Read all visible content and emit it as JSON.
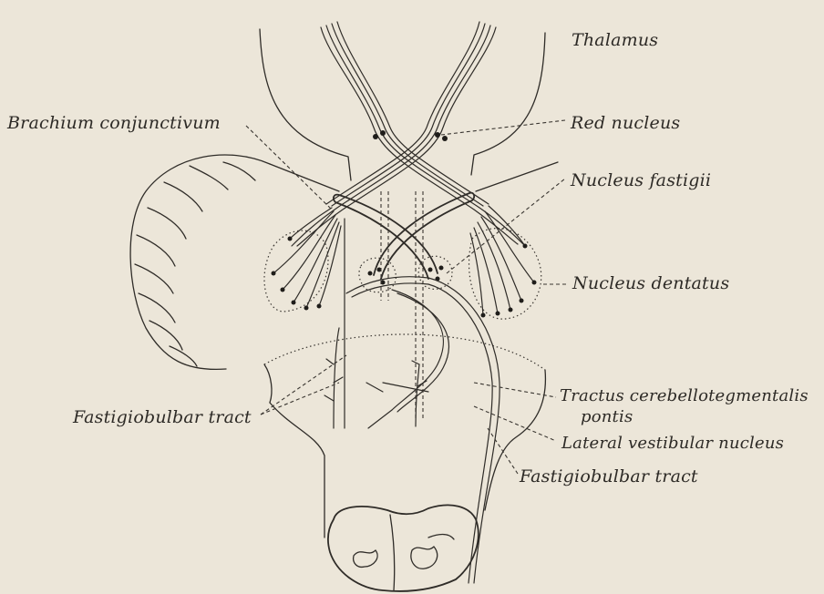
{
  "labels": {
    "thalamus": "Thalamus",
    "brachium_conjunctivum": "Brachium conjunctivum",
    "red_nucleus": "Red nucleus",
    "nucleus_fastigii": "Nucleus fastigii",
    "nucleus_dentatus": "Nucleus dentatus",
    "fastigiobulbar_tract_left": "Fastigiobulbar tract",
    "tractus_line1": "Tractus cerebellotegmentalis",
    "tractus_line2": "pontis",
    "lateral_vestibular_nucleus": "Lateral vestibular nucleus",
    "fastigiobulbar_tract_right": "Fastigiobulbar tract"
  },
  "colors": {
    "background": "#ece6d9",
    "ink": "#2f2c28"
  }
}
